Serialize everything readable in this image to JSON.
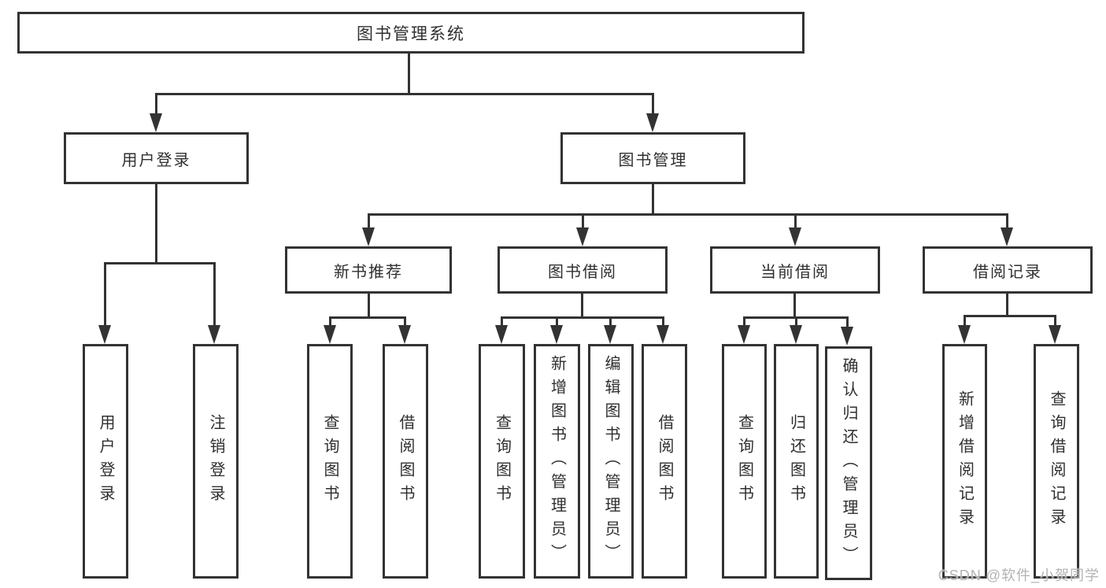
{
  "colors": {
    "line": "#333333",
    "text": "#2f2f2f",
    "background": "#ffffff",
    "watermark": "#b3b3b3"
  },
  "watermark": {
    "text": "CSDN @软件_小贺同学"
  },
  "tree": {
    "root": {
      "label": "图书管理系统"
    },
    "branches": [
      {
        "label": "用户登录",
        "children": [
          {
            "label": "用户登录"
          },
          {
            "label": "注销登录"
          }
        ]
      },
      {
        "label": "图书管理",
        "children": [
          {
            "label": "新书推荐",
            "children": [
              {
                "label": "查询图书"
              },
              {
                "label": "借阅图书"
              }
            ]
          },
          {
            "label": "图书借阅",
            "children": [
              {
                "label": "查询图书"
              },
              {
                "label": "新增图书（管理员）"
              },
              {
                "label": "编辑图书（管理员）"
              },
              {
                "label": "借阅图书"
              }
            ]
          },
          {
            "label": "当前借阅",
            "children": [
              {
                "label": "查询图书"
              },
              {
                "label": "归还图书"
              },
              {
                "label": "确认归还（管理员）"
              }
            ]
          },
          {
            "label": "借阅记录",
            "children": [
              {
                "label": "新增借阅记录"
              },
              {
                "label": "查询借阅记录"
              }
            ]
          }
        ]
      }
    ]
  }
}
